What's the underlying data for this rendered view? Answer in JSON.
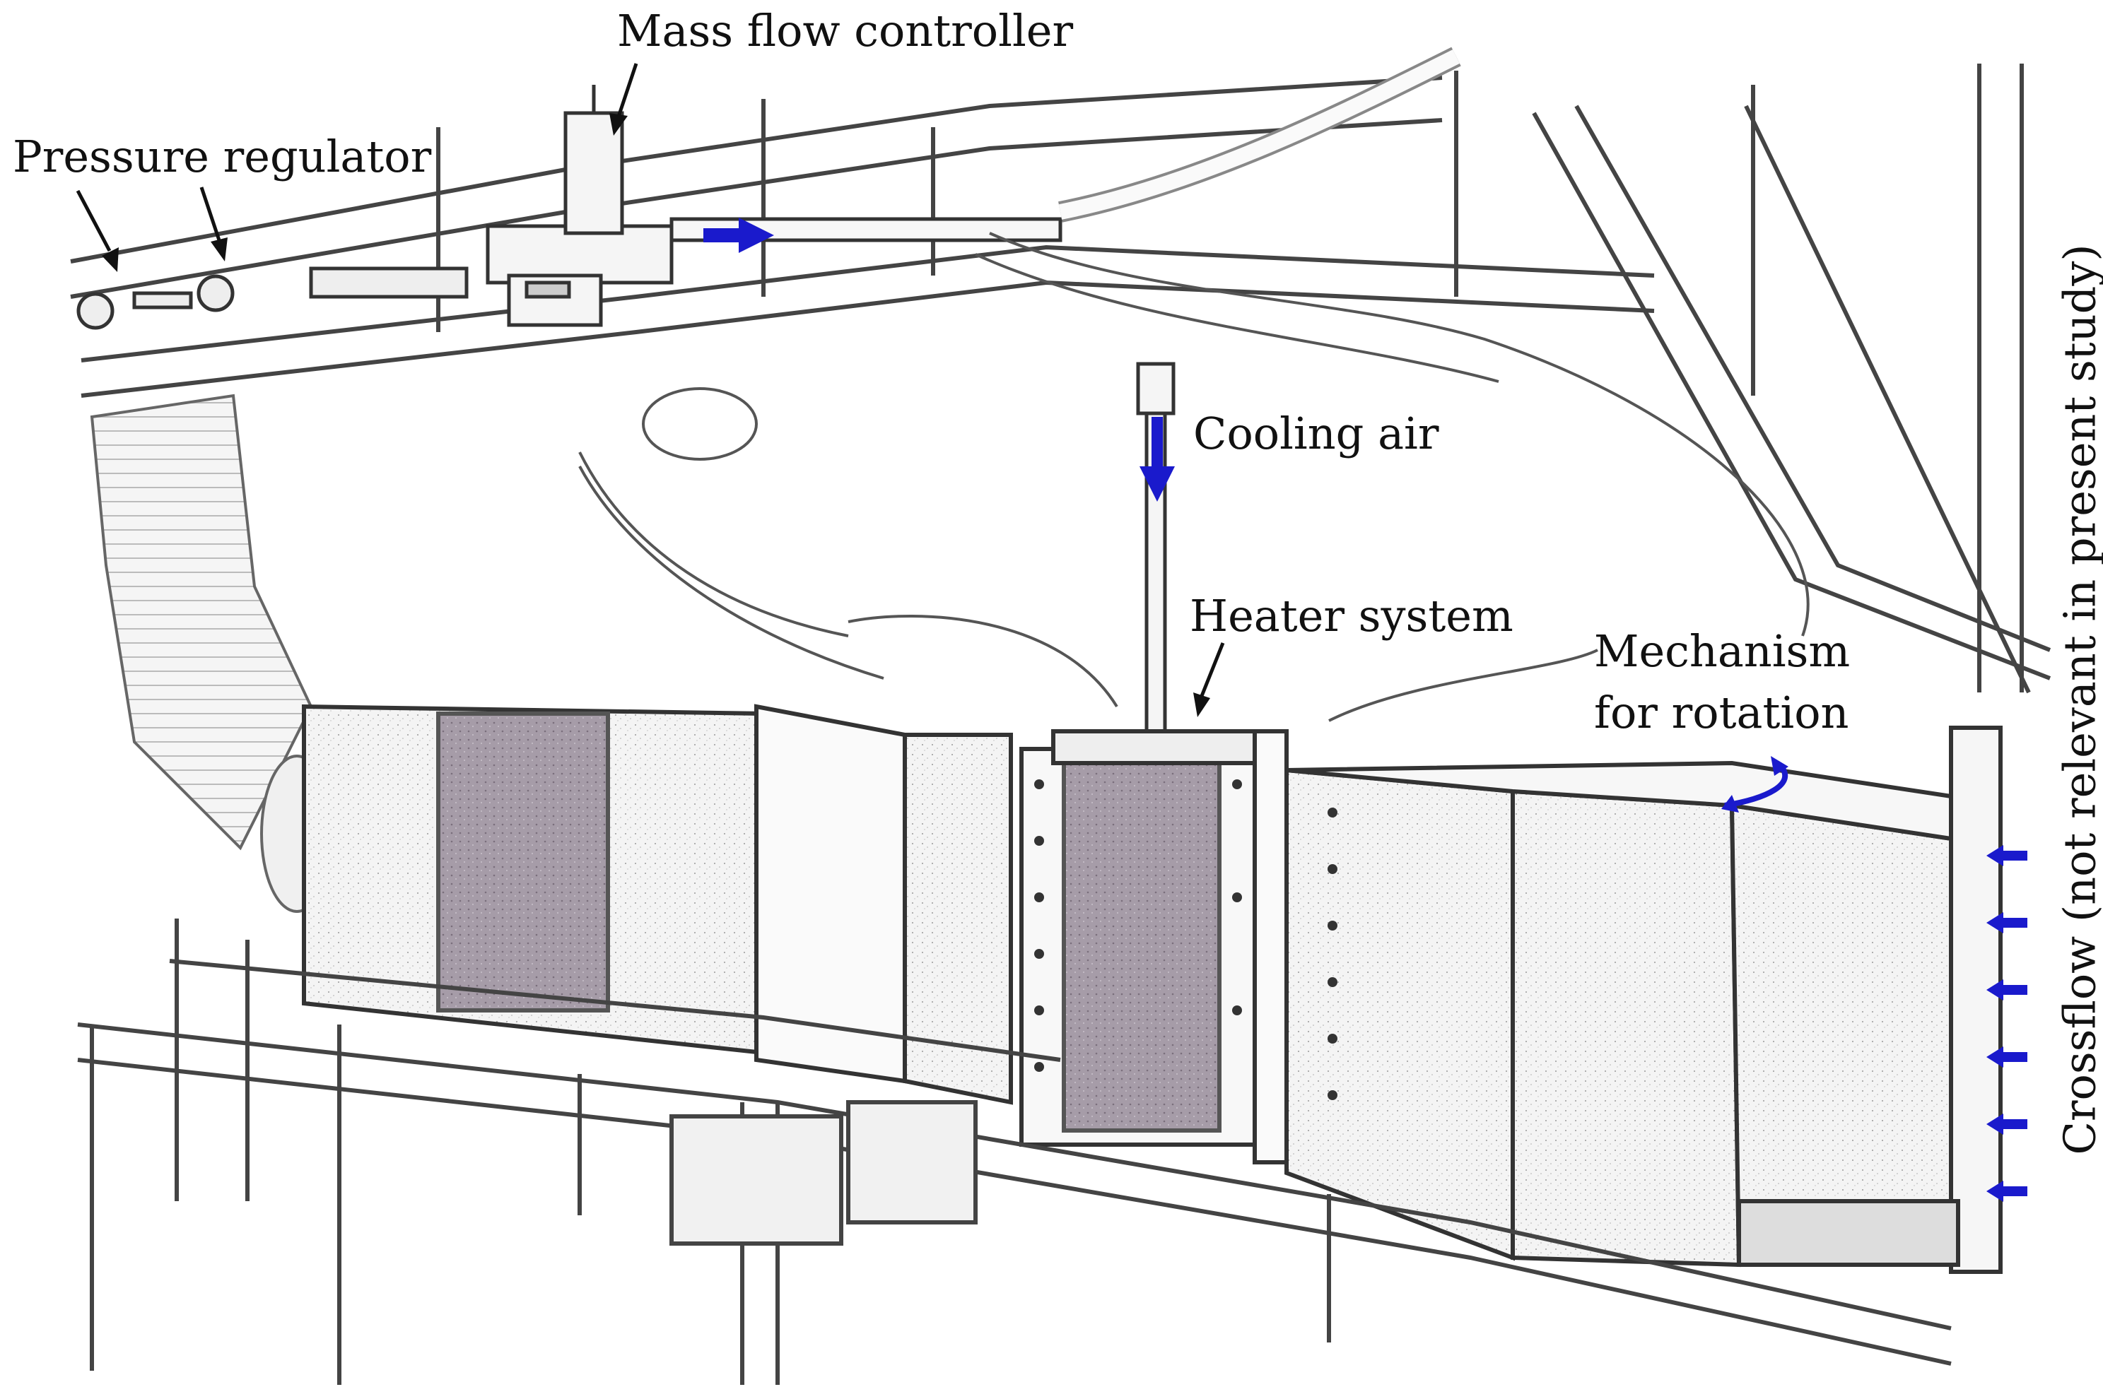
{
  "labels": {
    "mass_flow_controller": "Mass flow controller",
    "pressure_regulator": "Pressure regulator",
    "cooling_air": "Cooling air",
    "heater_system": "Heater system",
    "mechanism_line1": "Mechanism",
    "mechanism_line2": "for rotation",
    "crossflow": "Crossflow (not relevant in present study)"
  },
  "colors": {
    "flow_arrow": "#1a1acc",
    "annotation_arrow": "#111111",
    "frame": "#444444",
    "panel_fill": "#f2f2f2",
    "window_fill": "#a49aa6"
  }
}
